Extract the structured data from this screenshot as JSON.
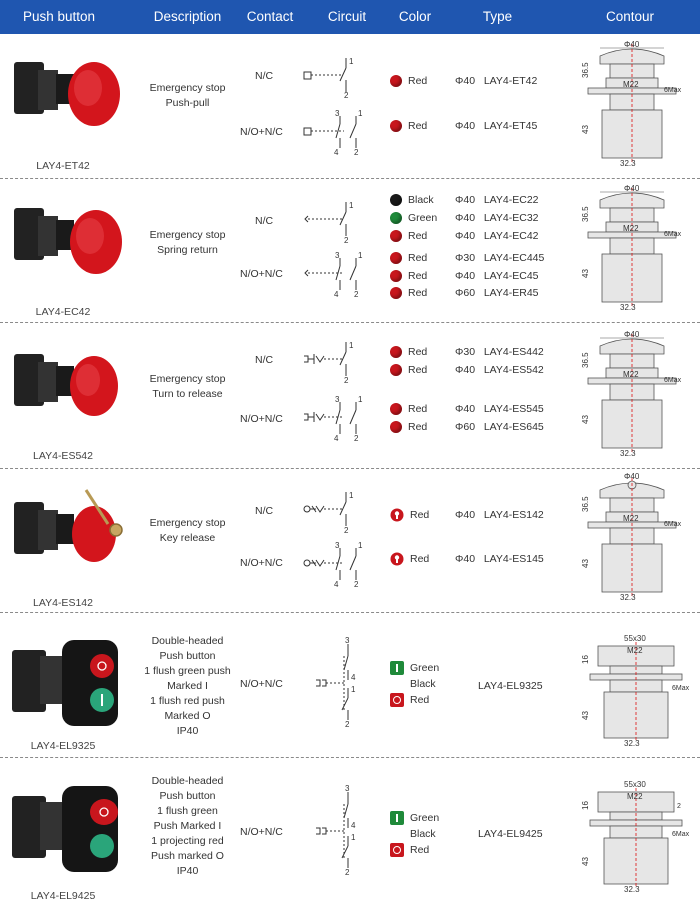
{
  "header": {
    "cols": [
      "Push button",
      "Description",
      "Contact",
      "Circuit",
      "Color",
      "Type",
      "Contour"
    ],
    "bg": "#1f56b0"
  },
  "colors": {
    "red": "#c8161d",
    "green": "#1f8a3a",
    "black": "#1a1a1a"
  },
  "dims": {
    "d40": "Φ40",
    "m22": "M22",
    "h36": "36.5",
    "h43": "43",
    "w32": "32.3",
    "max6": "6Max",
    "s55": "55x30",
    "h16": "16",
    "n2": "2"
  },
  "circuit_labels": {
    "n1": "1",
    "n2": "2",
    "n3": "3",
    "n4": "4"
  },
  "rows": [
    {
      "model": "LAY4-ET42",
      "desc": [
        "Emergency stop",
        "Push-pull"
      ],
      "contacts": [
        "N/C",
        "N/O+N/C"
      ],
      "colors": [
        {
          "name": "Red",
          "d": "Φ40",
          "type": "LAY4-ET42"
        },
        {
          "name": "Red",
          "d": "Φ40",
          "type": "LAY4-ET45"
        }
      ]
    },
    {
      "model": "LAY4-EC42",
      "desc": [
        "Emergency stop",
        "Spring return"
      ],
      "contacts": [
        "N/C",
        "N/O+N/C"
      ],
      "colors": [
        {
          "name": "Black",
          "d": "Φ40",
          "type": "LAY4-EC22"
        },
        {
          "name": "Green",
          "d": "Φ40",
          "type": "LAY4-EC32"
        },
        {
          "name": "Red",
          "d": "Φ40",
          "type": "LAY4-EC42"
        },
        {
          "name": "Red",
          "d": "Φ30",
          "type": "LAY4-EC445"
        },
        {
          "name": "Red",
          "d": "Φ40",
          "type": "LAY4-EC45"
        },
        {
          "name": "Red",
          "d": "Φ60",
          "type": "LAY4-ER45"
        }
      ]
    },
    {
      "model": "LAY4-ES542",
      "desc": [
        "Emergency stop",
        "Turn to release"
      ],
      "contacts": [
        "N/C",
        "N/O+N/C"
      ],
      "colors": [
        {
          "name": "Red",
          "d": "Φ30",
          "type": "LAY4-ES442"
        },
        {
          "name": "Red",
          "d": "Φ40",
          "type": "LAY4-ES542"
        },
        {
          "name": "Red",
          "d": "Φ40",
          "type": "LAY4-ES545"
        },
        {
          "name": "Red",
          "d": "Φ60",
          "type": "LAY4-ES645"
        }
      ]
    },
    {
      "model": "LAY4-ES142",
      "desc": [
        "Emergency stop",
        "Key release"
      ],
      "contacts": [
        "N/C",
        "N/O+N/C"
      ],
      "colors": [
        {
          "name": "Red",
          "d": "Φ40",
          "type": "LAY4-ES142"
        },
        {
          "name": "Red",
          "d": "Φ40",
          "type": "LAY4-ES145"
        }
      ]
    },
    {
      "model": "LAY4-EL9325",
      "desc": [
        "Double-headed",
        "Push button",
        "1 flush green push",
        "Marked I",
        "1 flush red push",
        "Marked O",
        "IP40"
      ],
      "contacts": [
        "N/O+N/C"
      ],
      "colors": [
        {
          "name": "Green"
        },
        {
          "name": "Black"
        },
        {
          "name": "Red"
        }
      ],
      "type": "LAY4-EL9325"
    },
    {
      "model": "LAY4-EL9425",
      "desc": [
        "Double-headed",
        "Push button",
        "1 flush green",
        "Push Marked I",
        "1 projecting red",
        "Push marked O",
        "IP40"
      ],
      "contacts": [
        "N/O+N/C"
      ],
      "colors": [
        {
          "name": "Green"
        },
        {
          "name": "Black"
        },
        {
          "name": "Red"
        }
      ],
      "type": "LAY4-EL9425"
    }
  ]
}
